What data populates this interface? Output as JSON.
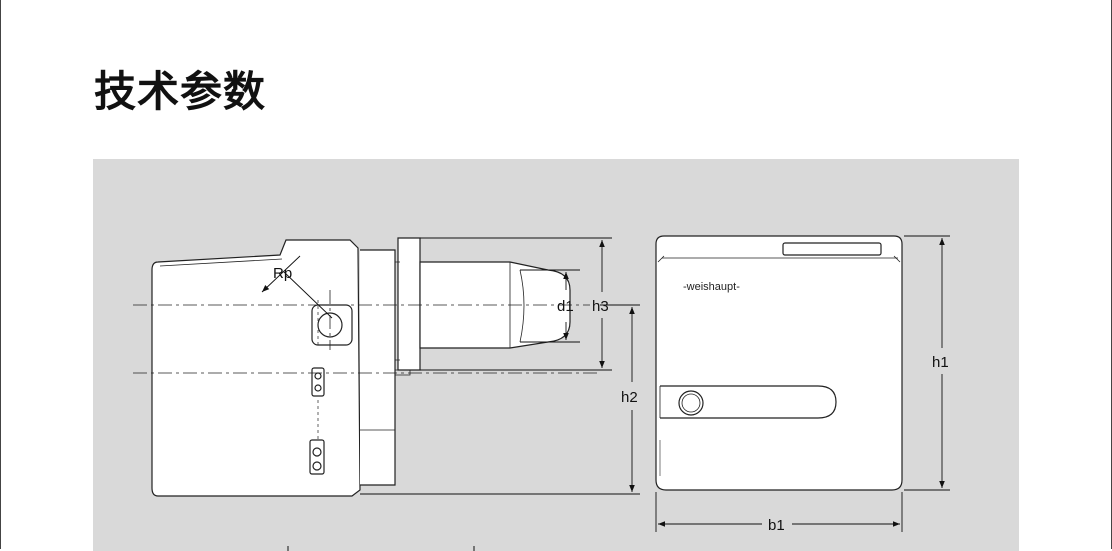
{
  "page": {
    "title": "技术参数"
  },
  "drawing": {
    "brand_logo": "-weishaupt-",
    "dimensions": {
      "rp": "Rp",
      "d1": "d1",
      "h3": "h3",
      "h2": "h2",
      "h1": "h1",
      "b1": "b1"
    }
  }
}
